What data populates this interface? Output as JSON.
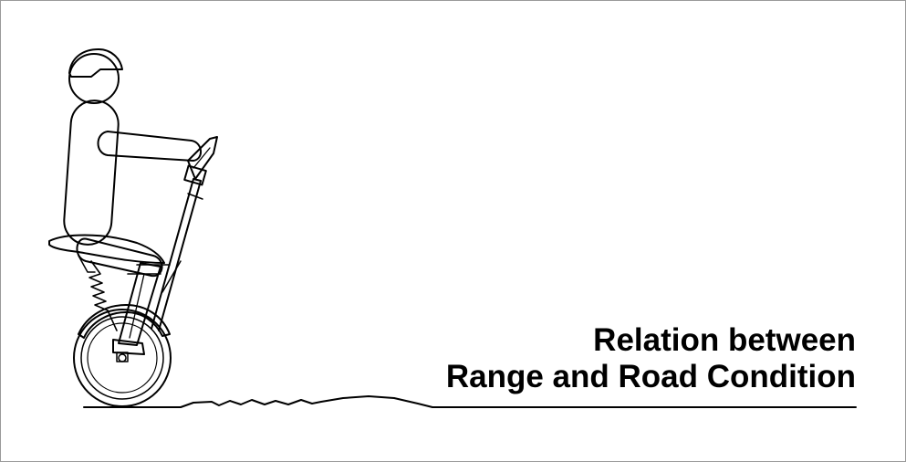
{
  "title": {
    "line1": "Relation between",
    "line2": "Range and Road Condition"
  },
  "colors": {
    "stroke": "#000000",
    "background": "#ffffff",
    "border": "#9a9a9a"
  },
  "icons": {
    "illustration": "rider-on-self-balancing-scooter"
  }
}
